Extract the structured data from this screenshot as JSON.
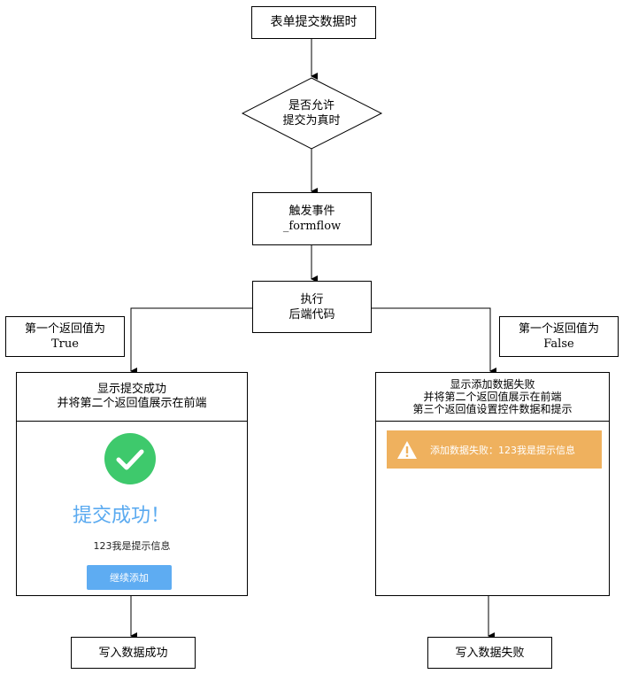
{
  "nodes": {
    "start": "表单提交数据时",
    "decision_line1": "是否允许",
    "decision_line2": "提交为真时",
    "trigger_line1": "触发事件",
    "trigger_line2": "_formflow",
    "exec_line1": "执行",
    "exec_line2": "后端代码",
    "end_success": "写入数据成功",
    "end_fail": "写入数据失败"
  },
  "conditions": {
    "left_line1": "第一个返回值为",
    "left_line2": "True",
    "right_line1": "第一个返回值为",
    "right_line2": "False"
  },
  "success_panel": {
    "head_line1": "显示提交成功",
    "head_line2": "并将第二个返回值展示在前端",
    "title": "提交成功！",
    "message": "123我是提示信息",
    "button": "继续添加"
  },
  "fail_panel": {
    "head_line1": "显示添加数据失败",
    "head_line2": "并将第二个返回值展示在前端",
    "head_line3": "第三个返回值设置控件数据和提示",
    "alert": "添加数据失败：123我是提示信息"
  },
  "colors": {
    "success_green": "#3ec96c",
    "success_blue": "#5aaaf0",
    "button_blue": "#5eacf2",
    "warning_orange": "#efb15e"
  }
}
